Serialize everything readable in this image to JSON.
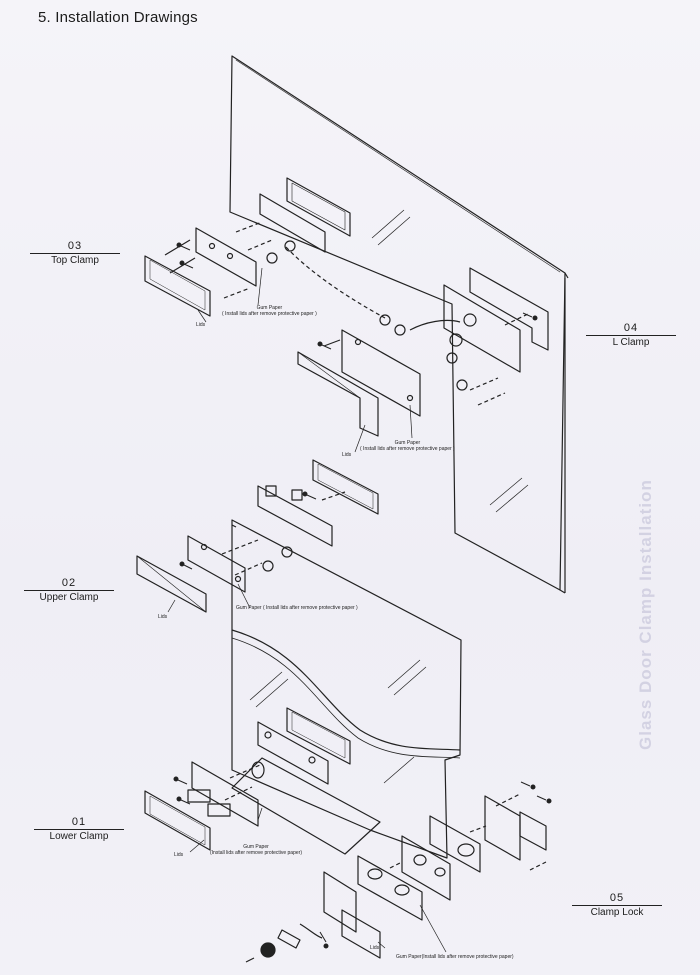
{
  "heading": "5. Installation Drawings",
  "labels": {
    "top_clamp": {
      "num": "03",
      "name": "Top Clamp"
    },
    "l_clamp": {
      "num": "04",
      "name": "L Clamp"
    },
    "upper_clamp": {
      "num": "02",
      "name": "Upper Clamp"
    },
    "lower_clamp": {
      "num": "01",
      "name": "Lower Clamp"
    },
    "clamp_lock": {
      "num": "05",
      "name": "Clamp Lock"
    }
  },
  "callouts": {
    "gum_paper": "Gum Paper",
    "install_note_paren": "( Install lids after remove protective paper )",
    "install_note": "(Install lids after remove protective paper)",
    "gum_paper_paren_note": "Gum Paper ( Install lids after remove protective paper )",
    "gum_paper_note": "Gum Paper(Install lids after remove protective paper)",
    "lids": "Lids"
  },
  "bleed_through": "Glass Door Clamp Installation"
}
